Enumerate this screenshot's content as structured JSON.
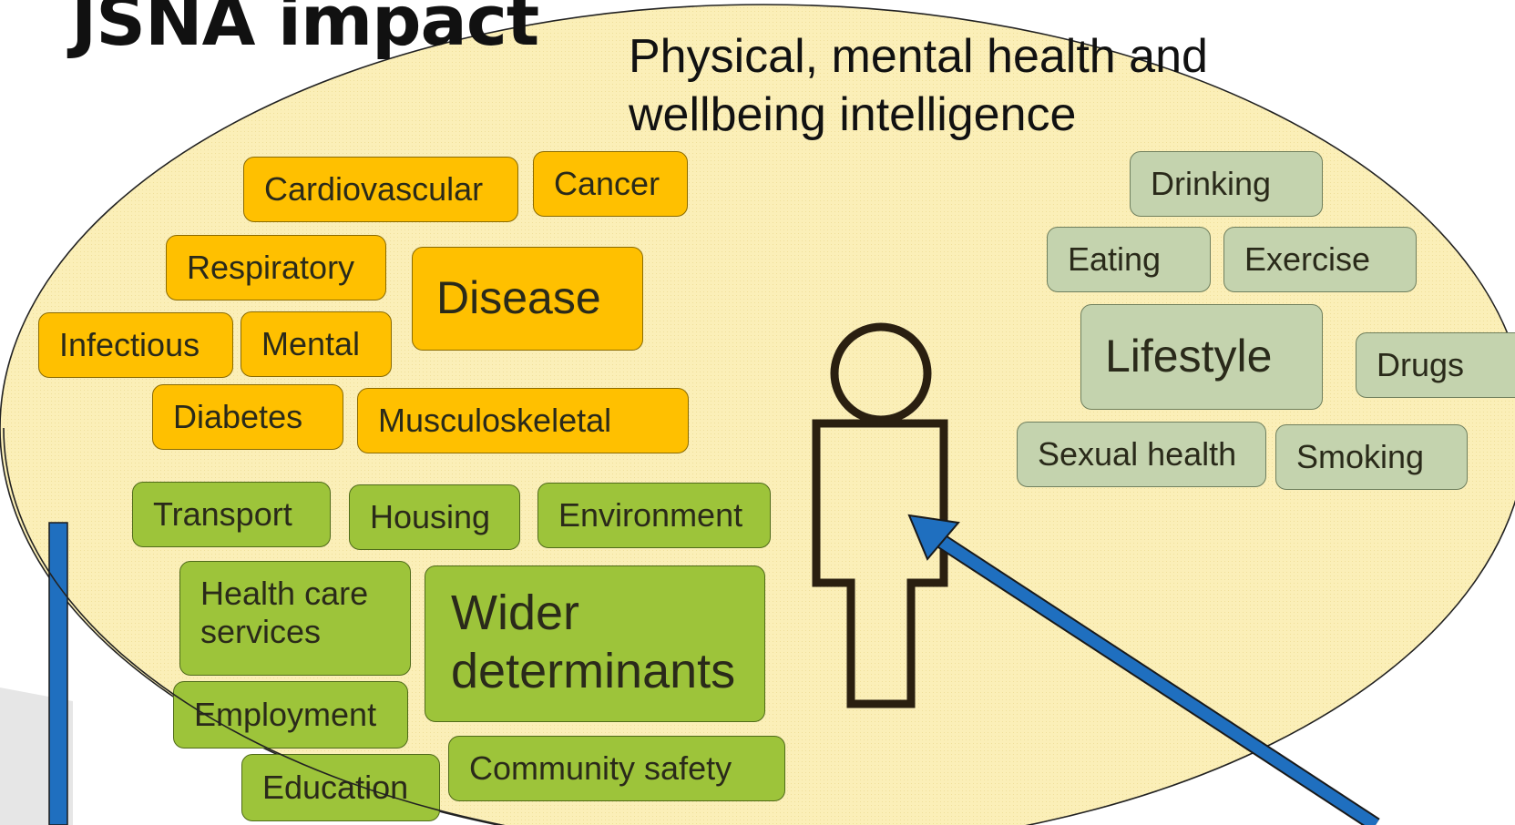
{
  "title": "JSNA impact",
  "subtitle_lines": [
    "Physical, mental health and",
    "wellbeing intelligence"
  ],
  "colors": {
    "ellipse_fill": "#FBEFB8",
    "disease": "#FFC000",
    "wider_determinants": "#9DC43A",
    "lifestyle": "#C4D3AE",
    "arrow": "#1F6FBF",
    "person_outline": "#2a1f10"
  },
  "disease_group": {
    "hub": "Disease",
    "items": [
      "Cardiovascular",
      "Cancer",
      "Respiratory",
      "Infectious",
      "Mental",
      "Diabetes",
      "Musculoskeletal"
    ]
  },
  "wider_group": {
    "hub": "Wider determinants",
    "items": [
      "Transport",
      "Housing",
      "Environment",
      "Health care services",
      "Employment",
      "Education",
      "Community safety"
    ]
  },
  "lifestyle_group": {
    "hub": "Lifestyle",
    "items": [
      "Drinking",
      "Eating",
      "Exercise",
      "Drugs",
      "Sexual health",
      "Smoking"
    ]
  },
  "icons": [
    "person-icon",
    "blue-arrow"
  ]
}
